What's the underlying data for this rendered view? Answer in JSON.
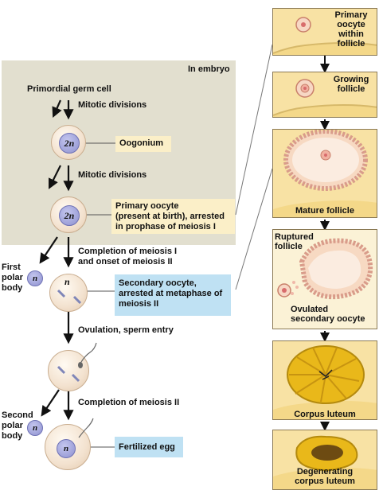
{
  "embryo_region": {
    "label": "In embryo"
  },
  "left_flow": {
    "primordial_germ_cell": "Primordial germ cell",
    "mitotic_divisions_1": "Mitotic divisions",
    "oogonium": {
      "nucleus": "2n",
      "label": "Oogonium"
    },
    "mitotic_divisions_2": "Mitotic divisions",
    "primary_oocyte": {
      "nucleus": "2n",
      "label_line1": "Primary oocyte",
      "label_line2": "(present at birth), arrested",
      "label_line3": "in prophase of meiosis I"
    },
    "meiosis_step": {
      "line1": "Completion of meiosis I",
      "line2": "and onset of meiosis II"
    },
    "first_polar_body": {
      "line1": "First",
      "line2": "polar",
      "line3": "body",
      "nucleus": "n"
    },
    "secondary_oocyte": {
      "nucleus": "n",
      "label_line1": "Secondary oocyte,",
      "label_line2": "arrested at metaphase of",
      "label_line3": "meiosis II"
    },
    "ovulation_step": "Ovulation, sperm entry",
    "completion_step": "Completion of meiosis II",
    "second_polar_body": {
      "line1": "Second",
      "line2": "polar",
      "line3": "body",
      "nucleus": "n"
    },
    "fertilized_egg": {
      "nucleus": "n",
      "label": "Fertilized egg"
    }
  },
  "right_panels": [
    {
      "label_lines": [
        "Primary",
        "oocyte",
        "within",
        "follicle"
      ]
    },
    {
      "label_lines": [
        "Growing",
        "follicle"
      ]
    },
    {
      "label_lines": [
        "Mature follicle"
      ]
    },
    {
      "label_lines": [
        "Ruptured",
        "follicle"
      ],
      "label2_lines": [
        "Ovulated",
        "secondary oocyte"
      ]
    },
    {
      "label_lines": [
        "Corpus luteum"
      ]
    },
    {
      "label_lines": [
        "Degenerating",
        "corpus luteum"
      ]
    }
  ],
  "colors": {
    "embryo_bg": "#e2dfcf",
    "yellow_callout": "#fbefc8",
    "blue_callout": "#bfe1f3",
    "nucleus": "#8e91cf",
    "ovary_tissue": "#f4d889",
    "corpus_luteum": "#e9b81a"
  }
}
